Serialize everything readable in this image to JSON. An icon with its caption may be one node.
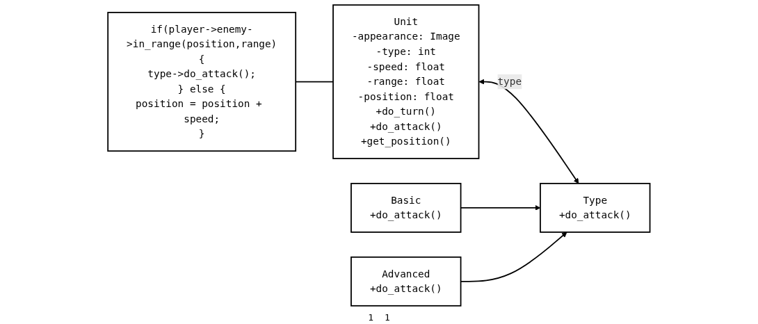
{
  "diagram": {
    "nodes": [
      {
        "text": [
          "Unit",
          "-appearance: Image",
          "-type: int",
          "-speed: float",
          "-range: float",
          "-position: float",
          "+do_turn()",
          "+do_attack()",
          "+get_position()"
        ]
      },
      {
        "text": [
          "Type",
          "+do_attack()"
        ]
      },
      {
        "text": [
          "Basic",
          "+do_attack()"
        ]
      },
      {
        "text": [
          "Advanced",
          "+do_attack()"
        ]
      },
      {
        "text": [
          "if(player->enemy->in_range(position,range){",
          "type->do_attack();",
          "} else {",
          "position = position + speed;",
          "}"
        ]
      }
    ],
    "edges": [
      {
        "from": 0,
        "to": 1,
        "arrow": "both",
        "label": "type"
      },
      {
        "from": 2,
        "to": 1,
        "arrow": "to"
      },
      {
        "from": 3,
        "to": 1,
        "arrow": "to"
      },
      {
        "from": 4,
        "to": 0,
        "arrow": "none"
      }
    ],
    "labels": [
      "1",
      "1"
    ]
  }
}
